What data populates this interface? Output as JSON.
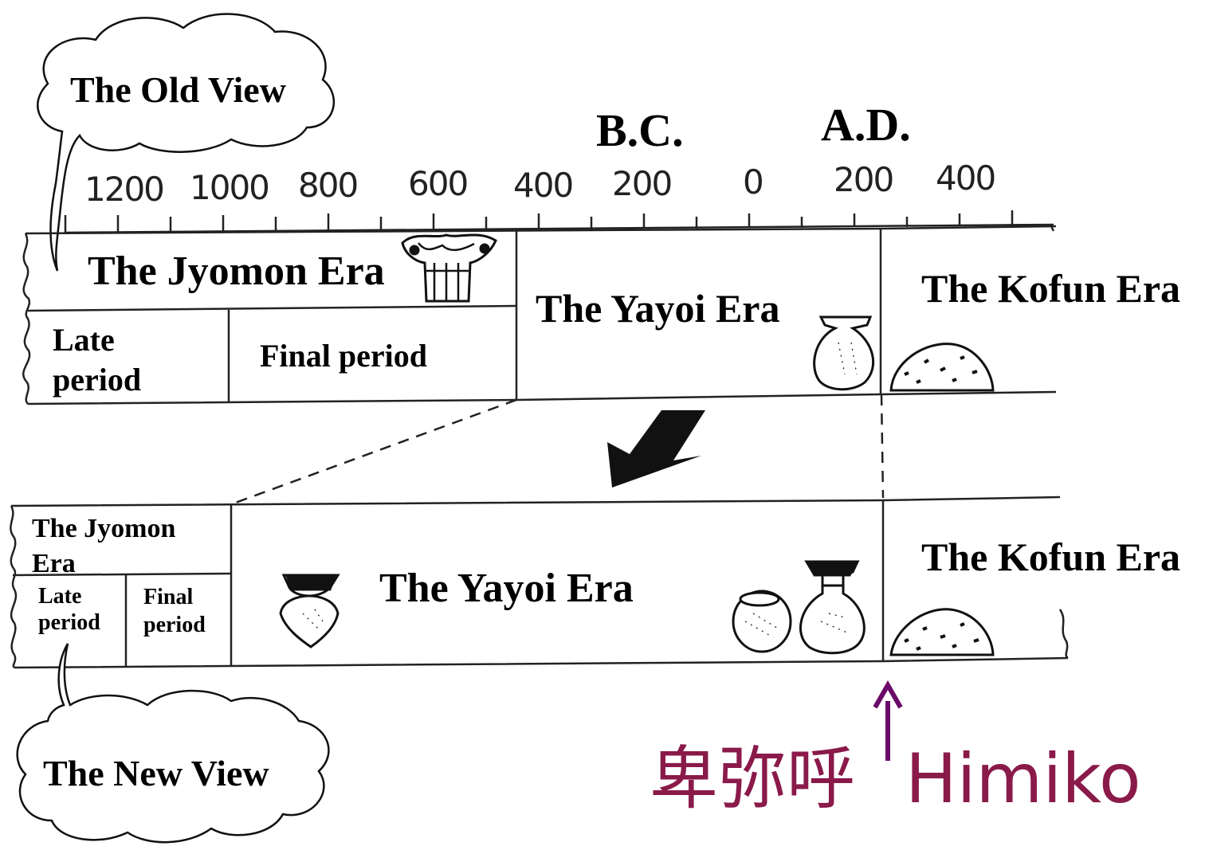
{
  "old_view": {
    "bubble_label": "The Old View",
    "bc_label": "B.C.",
    "ad_label": "A.D.",
    "axis_ticks": [
      "1200",
      "1000",
      "800",
      "600",
      "400",
      "200",
      "0",
      "200",
      "400"
    ],
    "jyomon_label": "The Jyomon Era",
    "late_period": "Late period",
    "final_period": "Final period",
    "yayoi_label": "The Yayoi Era",
    "kofun_label": "The Kofun Era"
  },
  "new_view": {
    "bubble_label": "The New View",
    "jyomon_label": "The Jyomon Era",
    "late_period": "Late period",
    "final_period": "Final period",
    "yayoi_label": "The Yayoi Era",
    "kofun_label": "The Kofun Era"
  },
  "himiko": {
    "kanji": "卑弥呼",
    "name": "Himiko",
    "color": "#8a1a4a",
    "arrow_color": "#6a0a6a"
  }
}
